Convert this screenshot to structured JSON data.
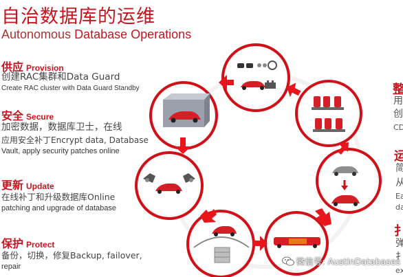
{
  "title": {
    "cn": "自治数据库的运维",
    "en_prefix": "Autonomous ",
    "en_rest": "Database Operations"
  },
  "sections": [
    {
      "cn": "供应",
      "en": "Provision",
      "desc1": "创建RAC集群和Data Guard",
      "desc2": "Create RAC cluster with Data Guard Standby"
    },
    {
      "cn": "安全",
      "en": "Secure",
      "desc1": "加密数据，数据库卫士，在线",
      "desc2": "应用安全补丁Encrypt data, Database",
      "desc3": "Vault, apply security patches online"
    },
    {
      "cn": "更新",
      "en": "Update",
      "desc1": "在线补丁和升级数据库Online",
      "desc2": "patching and upgrade of database"
    },
    {
      "cn": "保护",
      "en": "Protect",
      "desc1": "备份，切换，修复Backup, failover,",
      "desc2": "repair"
    }
  ],
  "right_fragments": {
    "f1_head": "整",
    "f1_a": "用",
    "f1_b": "创",
    "f1_c": "CD",
    "f2_head": "运",
    "f2_a": "简",
    "f2_b": "从",
    "f2_c": "Ea",
    "f2_d": "da",
    "f3_head": "扌",
    "f3_a": "弹",
    "f3_b": "扌",
    "f3_c": "ex"
  },
  "watermark": {
    "icon": "wechat-icon",
    "text": "微信号: AustinDatabases"
  },
  "colors": {
    "accent": "#c8141e",
    "arrow": "#e8151c",
    "ring": "#d01018"
  }
}
